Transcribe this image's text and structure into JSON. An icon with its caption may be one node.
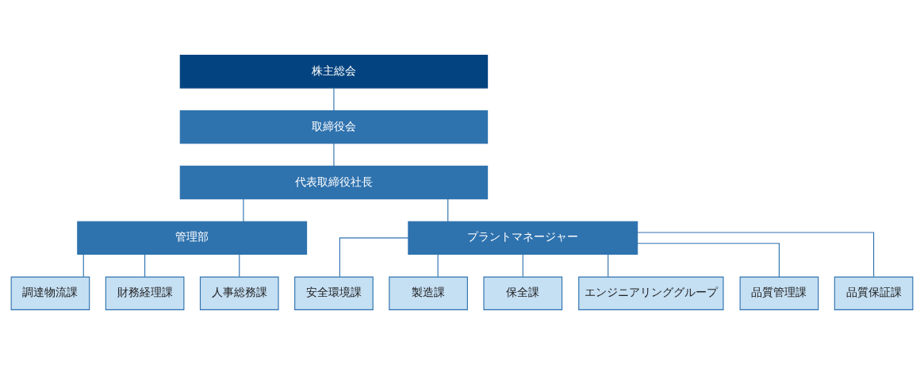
{
  "diagram": {
    "nodes": [
      {
        "text": [
          "株主総会"
        ]
      },
      {
        "text": [
          "取締役会"
        ]
      },
      {
        "text": [
          "代表取締役社長"
        ]
      },
      {
        "text": [
          "管理部"
        ]
      },
      {
        "text": [
          "プラントマネージャー"
        ]
      },
      {
        "text": [
          "調達物流課"
        ]
      },
      {
        "text": [
          "財務経理課"
        ]
      },
      {
        "text": [
          "人事総務課"
        ]
      },
      {
        "text": [
          "安全環境課"
        ]
      },
      {
        "text": [
          "製造課"
        ]
      },
      {
        "text": [
          "保全課"
        ]
      },
      {
        "text": [
          "エンジニアリンググループ"
        ]
      },
      {
        "text": [
          "品質管理課"
        ]
      },
      {
        "text": [
          "品質保証課"
        ]
      }
    ],
    "edges": [
      {
        "from": 0,
        "to": 1,
        "arrow": "none"
      },
      {
        "from": 1,
        "to": 2,
        "arrow": "none"
      },
      {
        "from": 2,
        "to": 3,
        "arrow": "none"
      },
      {
        "from": 2,
        "to": 4,
        "arrow": "none"
      },
      {
        "from": 3,
        "to": 5,
        "arrow": "none"
      },
      {
        "from": 3,
        "to": 6,
        "arrow": "none"
      },
      {
        "from": 3,
        "to": 7,
        "arrow": "none"
      },
      {
        "from": 4,
        "to": 8,
        "arrow": "none"
      },
      {
        "from": 4,
        "to": 9,
        "arrow": "none"
      },
      {
        "from": 4,
        "to": 10,
        "arrow": "none"
      },
      {
        "from": 4,
        "to": 11,
        "arrow": "none"
      },
      {
        "from": 4,
        "to": 12,
        "arrow": "none"
      },
      {
        "from": 4,
        "to": 13,
        "arrow": "none"
      }
    ]
  }
}
